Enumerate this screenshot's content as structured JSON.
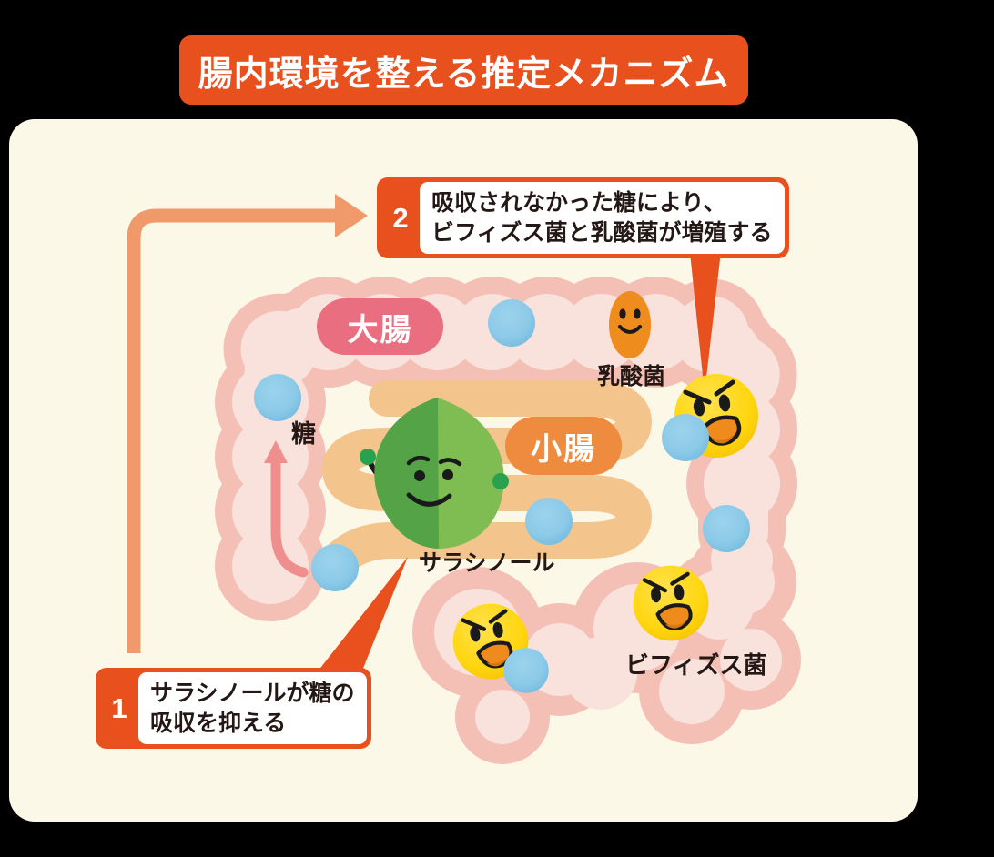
{
  "title": "腸内環境を整える推定メカニズム",
  "steps": [
    {
      "number": "1",
      "lines": [
        "サラシノールが糖の",
        "吸収を抑える"
      ]
    },
    {
      "number": "2",
      "lines": [
        "吸収されなかった糖により、",
        "ビフィズス菌と乳酸菌が増殖する"
      ]
    }
  ],
  "labels": {
    "large_intestine": "大腸",
    "small_intestine": "小腸",
    "sugar": "糖",
    "salacinol": "サラシノール",
    "lactic_acid_bacteria": "乳酸菌",
    "bifidobacteria": "ビフィズス菌"
  },
  "icons": {
    "salacinol": "leaf-character",
    "bifidobacteria": "yellow-smiley-face",
    "lactic_acid_bacteria": "orange-oval-face",
    "sugar": "blue-circle"
  },
  "colors": {
    "accent_orange": "#E8501E",
    "flow_arrow_orange": "#F09A6B",
    "sugar_arrow_pink": "#EF8F8D",
    "large_intestine_pill": "#E86E80",
    "small_intestine_pill": "#EF8B3E",
    "intestine_wall_pink": "#F4C0B5",
    "intestine_inner_pink": "#F9E2DB",
    "small_intestine_tan": "#F3C48C",
    "panel_background": "#FCF8E8",
    "sugar_blue": "#8CCAE8",
    "bacteria_yellow": "#FFD60F",
    "leaf_green_dark": "#54A447",
    "leaf_green_light": "#7FBC52"
  }
}
